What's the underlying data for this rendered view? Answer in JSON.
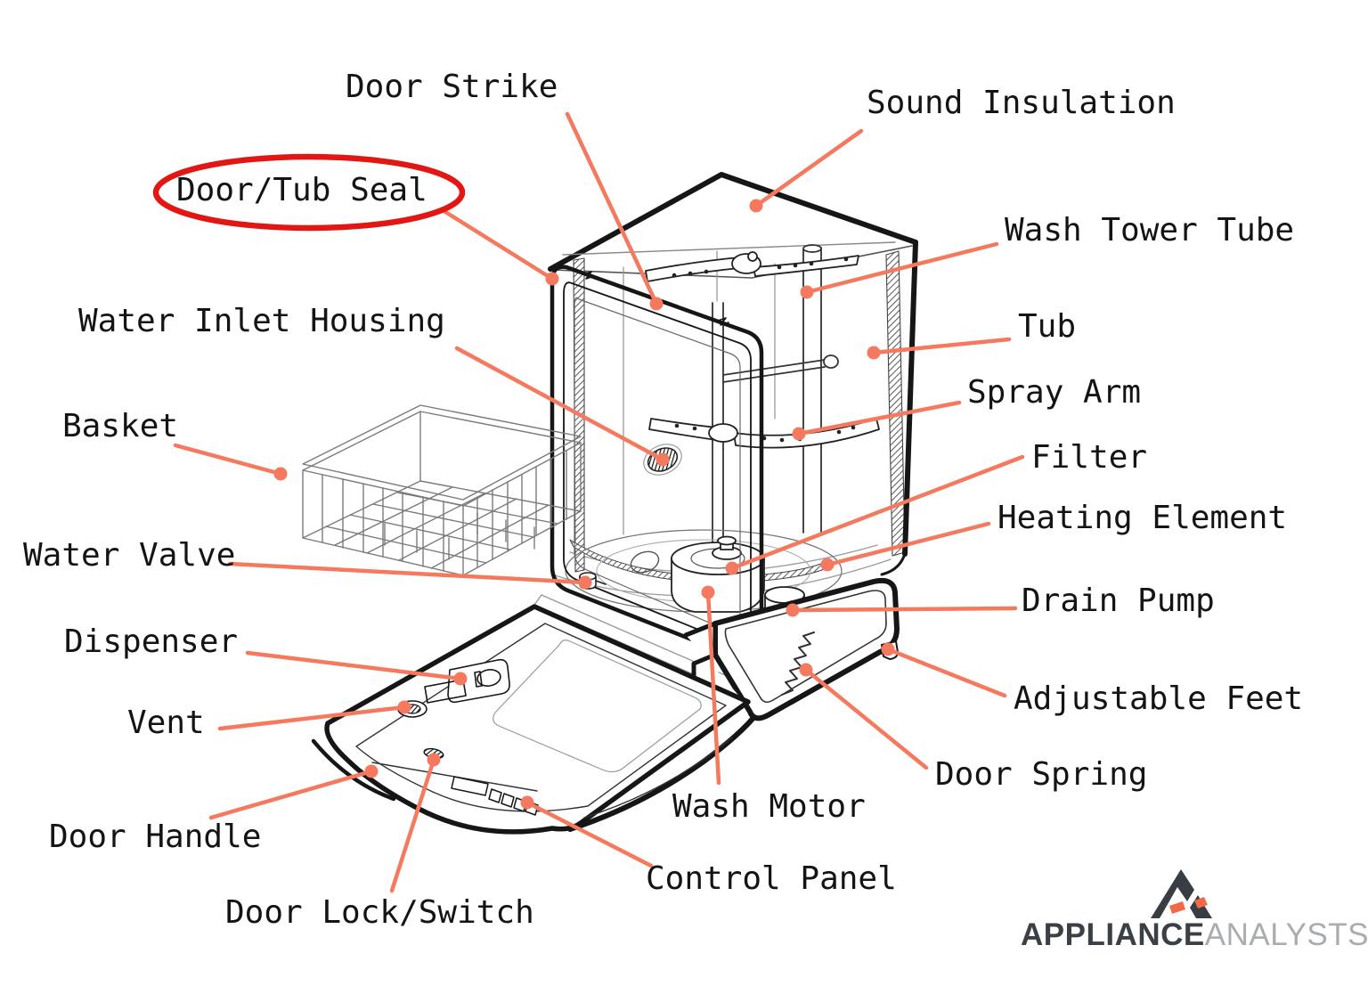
{
  "diagram": {
    "subject": "Dishwasher exploded parts diagram"
  },
  "labels": {
    "door_strike": "Door Strike",
    "sound_insulation": "Sound Insulation",
    "door_tub_seal": "Door/Tub Seal",
    "wash_tower_tube": "Wash Tower Tube",
    "tub": "Tub",
    "water_inlet_housing": "Water Inlet Housing",
    "spray_arm": "Spray Arm",
    "basket": "Basket",
    "filter": "Filter",
    "heating_element": "Heating Element",
    "water_valve": "Water Valve",
    "drain_pump": "Drain Pump",
    "dispenser": "Dispenser",
    "adjustable_feet": "Adjustable Feet",
    "vent": "Vent",
    "door_spring": "Door Spring",
    "door_handle": "Door Handle",
    "wash_motor": "Wash Motor",
    "door_lock_switch": "Door Lock/Switch",
    "control_panel": "Control Panel"
  },
  "highlight": {
    "highlighted_label": "Door/Tub Seal",
    "ellipse_color": "#e21713"
  },
  "colors": {
    "leader_line": "#f4795e",
    "line_art": "#161616",
    "label_text": "#141414"
  },
  "logo": {
    "brand_bold": "APPLIANCE",
    "brand_light": "ANALYSTS"
  }
}
